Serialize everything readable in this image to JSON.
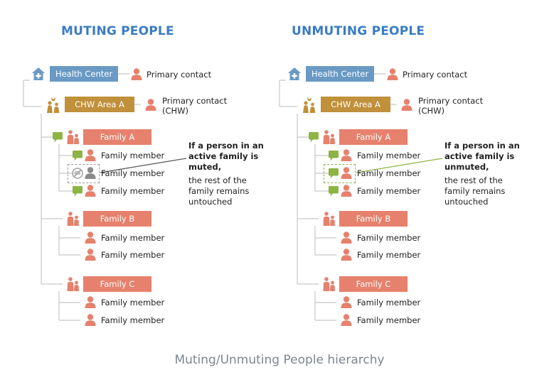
{
  "caption": "Muting/Unmuting People hierarchy",
  "colors": {
    "title": "#3a7cc3",
    "health_center": "#6a9ac4",
    "chw_area": "#c0903a",
    "family": "#e6816d",
    "person": "#e6816d",
    "message_icon": "#8db445",
    "muted_person": "#8a8a8a",
    "line": "#c8c8c8"
  },
  "panels": [
    {
      "id": "muting",
      "title": "MUTING PEOPLE",
      "health_center": "Health Center",
      "hc_contact": "Primary contact",
      "chw_area": "CHW Area A",
      "chw_contact_line1": "Primary contact",
      "chw_contact_line2": "(CHW)",
      "families": [
        {
          "name": "Family A",
          "members": [
            "Family member",
            "Family member",
            "Family member"
          ]
        },
        {
          "name": "Family B",
          "members": [
            "Family member",
            "Family member"
          ]
        },
        {
          "name": "Family C",
          "members": [
            "Family member",
            "Family member"
          ]
        }
      ],
      "note_bold_line1": "If a person in an",
      "note_bold_line2": "active family is",
      "note_bold_line3": "muted,",
      "note_rest_line1": "the rest of the",
      "note_rest_line2": "family remains",
      "note_rest_line3": "untouched",
      "highlight_state": "muted"
    },
    {
      "id": "unmuting",
      "title": "UNMUTING PEOPLE",
      "health_center": "Health Center",
      "hc_contact": "Primary contact",
      "chw_area": "CHW Area A",
      "chw_contact_line1": "Primary contact",
      "chw_contact_line2": "(CHW)",
      "families": [
        {
          "name": "Family A",
          "members": [
            "Family member",
            "Family member",
            "Family member"
          ]
        },
        {
          "name": "Family B",
          "members": [
            "Family member",
            "Family member"
          ]
        },
        {
          "name": "Family C",
          "members": [
            "Family member",
            "Family member"
          ]
        }
      ],
      "note_bold_line1": "If a person in an",
      "note_bold_line2": "active family is",
      "note_bold_line3": "unmuted,",
      "note_rest_line1": "the rest of the",
      "note_rest_line2": "family remains",
      "note_rest_line3": "untouched",
      "highlight_state": "unmuted"
    }
  ]
}
